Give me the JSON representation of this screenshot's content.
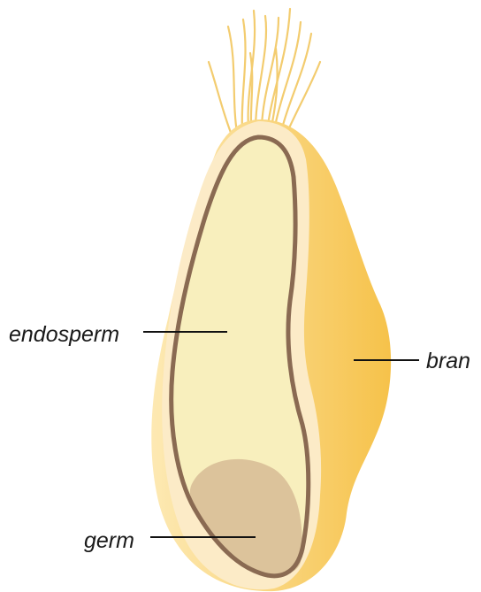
{
  "labels": {
    "endosperm": "endosperm",
    "bran": "bran",
    "germ": "germ"
  },
  "colors": {
    "bran_outer": "#f6c24a",
    "bran_light": "#fde9b3",
    "seed_rim": "#fcebc7",
    "endosperm_fill": "#f8efbd",
    "endosperm_outline": "#8a6a52",
    "germ_fill": "#dcc39b",
    "hairs": "#f3cc6f",
    "leader_lines": "#111111"
  }
}
